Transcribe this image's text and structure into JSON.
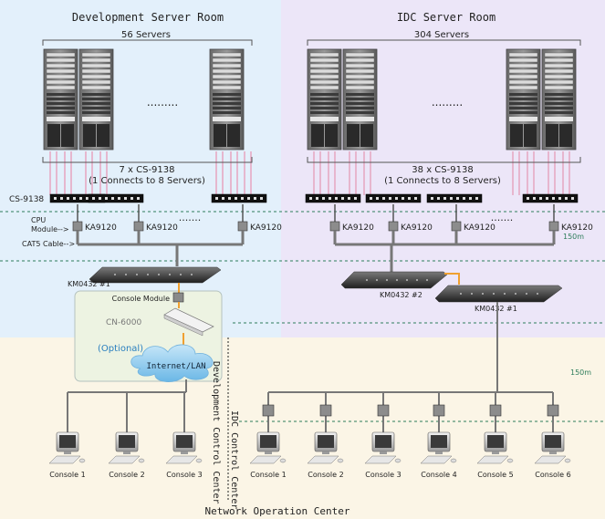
{
  "zones": {
    "dev_room": "Development Server Room",
    "idc_room": "IDC Server Room",
    "noc": "Network Operation Center",
    "dev_control": "Development Control Center",
    "idc_control": "IDC Control Center"
  },
  "dev": {
    "server_count": "56 Servers",
    "dots": ".........",
    "switch_caption_1": "7 x CS-9138",
    "switch_caption_2": "(1 Connects to 8 Servers)",
    "ka": [
      "KA9120",
      "KA9120",
      "KA9120"
    ],
    "ka_dots": ".......",
    "km": "KM0432 #1"
  },
  "idc": {
    "server_count": "304 Servers",
    "dots": ".........",
    "switch_caption_1": "38 x CS-9138",
    "switch_caption_2": "(1 Connects to 8 Servers)",
    "ka": [
      "KA9120",
      "KA9120",
      "KA9120",
      "KA9120"
    ],
    "ka_dots": ".......",
    "km2": "KM0432 #2",
    "km1": "KM0432 #1"
  },
  "labels": {
    "cs9138": "CS-9138",
    "cpu_module_1": "CPU",
    "cpu_module_2": "Module-->",
    "cat5": "CAT5 Cable-->",
    "dist_150m_a": "150m",
    "dist_150m_b": "150m",
    "console_module": "Console Module",
    "cn6000": "CN-6000",
    "optional": "(Optional)",
    "internet": "Internet/LAN"
  },
  "dev_consoles": [
    "Console 1",
    "Console 2",
    "Console 3"
  ],
  "idc_consoles": [
    "Console 1",
    "Console 2",
    "Console 3",
    "Console 4",
    "Console 5",
    "Console 6"
  ],
  "colors": {
    "dev_bg": "#e3f0fb",
    "idc_bg": "#ece6f8",
    "noc_bg": "#fbf5e6",
    "cable_pink": "#e6a9c4",
    "link_orange": "#f0a030",
    "dash_green": "#2e7d5b",
    "cloud_blue": "#8ec9ec"
  }
}
